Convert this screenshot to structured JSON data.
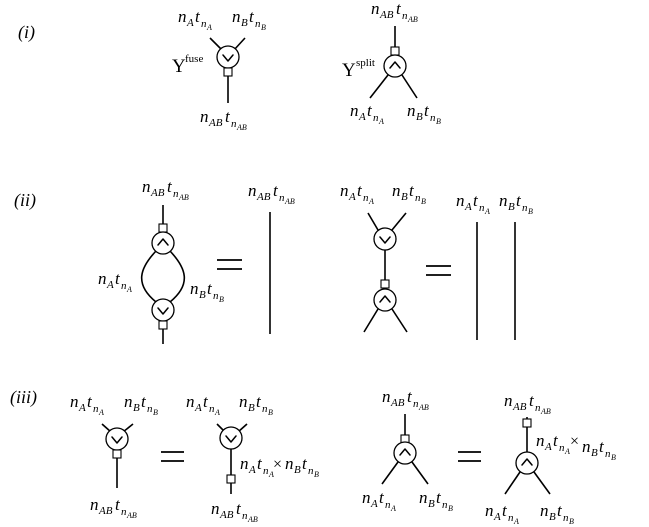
{
  "sections": {
    "i": "(i)",
    "ii": "(ii)",
    "iii": "(iii)"
  },
  "operators": {
    "fuse_symbol": "Υ",
    "fuse_sup": "fuse",
    "split_symbol": "Υ",
    "split_sup": "split",
    "times": "×"
  },
  "labels": {
    "n": "n",
    "t": "t",
    "A": "A",
    "B": "B",
    "AB": "AB"
  },
  "relations": {
    "equals": "="
  }
}
